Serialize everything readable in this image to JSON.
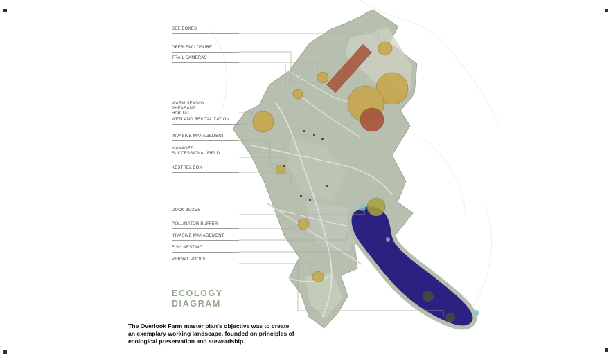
{
  "title": {
    "lines": [
      "ECOLOGY",
      "DIAGRAM"
    ]
  },
  "caption": {
    "lines": [
      "The Overlook Farm master plan's objective was to create",
      "an exemplary working landscape, founded on principles of",
      "ecological preservation and stewardship."
    ]
  },
  "labels": {
    "top": [
      "BEE BOXES",
      "DEER EXCLOSURE",
      "TRAIL CAMERAS",
      "WARM SEASON PHEASANT HABITAT",
      "WETLAND REVITALIZATION",
      "INVASIVE MANAGEMENT",
      "MANAGED SUCCESSIONAL FIELD",
      "KESTREL BOX"
    ],
    "bottom": [
      "DUCK BOXES",
      "POLLINATOR BUFFER",
      "INVASIVE MANAGEMENT",
      "FISH NESTING",
      "VERNAL POOLS"
    ]
  },
  "colors": {
    "background": "#ffffff",
    "map_base": "#b7c0af",
    "map_light": "#cdd2c2",
    "map_grey": "#c4c7bf",
    "pond": "#2b2181",
    "habitat_circle": "#c9a441",
    "olive_circle": "#aaa23d",
    "field_rect": "#a8593e",
    "red_circle": "#a8543c",
    "dark_circle": "#474a3b",
    "teal_accent": "#7bc7c1",
    "title_text": "#96a78f",
    "leader_line": "#a6a99f",
    "label_text": "#444444",
    "caption_text": "#0f0f0f"
  }
}
